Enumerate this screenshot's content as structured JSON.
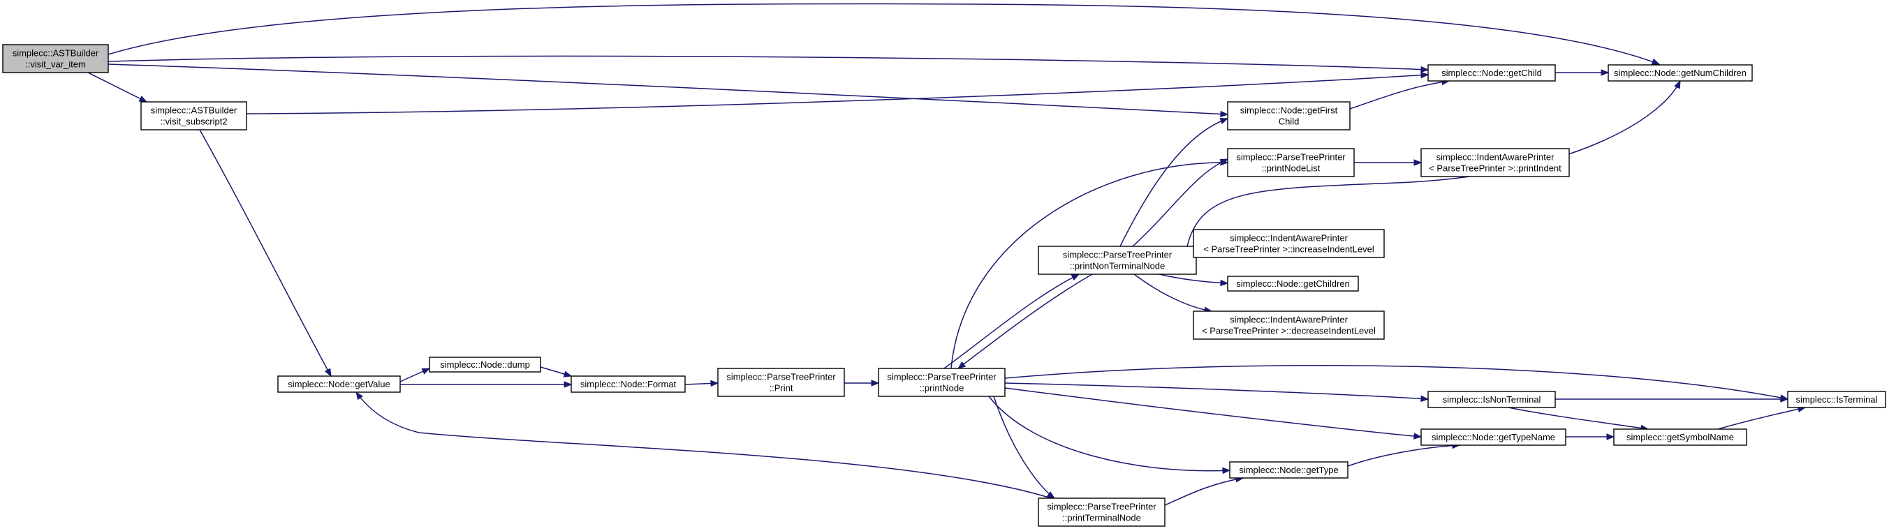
{
  "diagram": {
    "colors": {
      "edge": "#191970",
      "node_border": "#000000",
      "node_fill": "#ffffff",
      "root_fill": "#bfbfbf",
      "background": "#ffffff"
    },
    "nodes": [
      {
        "id": "visit_var_item",
        "lines": [
          "simplecc::ASTBuilder",
          "::visit_var_item"
        ],
        "root": true
      },
      {
        "id": "visit_subscript2",
        "lines": [
          "simplecc::ASTBuilder",
          "::visit_subscript2"
        ]
      },
      {
        "id": "getValue",
        "lines": [
          "simplecc::Node::getValue"
        ]
      },
      {
        "id": "dump",
        "lines": [
          "simplecc::Node::dump"
        ]
      },
      {
        "id": "Format",
        "lines": [
          "simplecc::Node::Format"
        ]
      },
      {
        "id": "Print",
        "lines": [
          "simplecc::ParseTreePrinter",
          "::Print"
        ]
      },
      {
        "id": "printNode",
        "lines": [
          "simplecc::ParseTreePrinter",
          "::printNode"
        ]
      },
      {
        "id": "printNonTerminalNode",
        "lines": [
          "simplecc::ParseTreePrinter",
          "::printNonTerminalNode"
        ]
      },
      {
        "id": "printTerminalNode",
        "lines": [
          "simplecc::ParseTreePrinter",
          "::printTerminalNode"
        ]
      },
      {
        "id": "getFirstChild",
        "lines": [
          "simplecc::Node::getFirst",
          "Child"
        ]
      },
      {
        "id": "printNodeList",
        "lines": [
          "simplecc::ParseTreePrinter",
          "::printNodeList"
        ]
      },
      {
        "id": "increaseIndentLevel",
        "lines": [
          "simplecc::IndentAwarePrinter",
          "< ParseTreePrinter >::increaseIndentLevel"
        ]
      },
      {
        "id": "getChildren",
        "lines": [
          "simplecc::Node::getChildren"
        ]
      },
      {
        "id": "decreaseIndentLevel",
        "lines": [
          "simplecc::IndentAwarePrinter",
          "< ParseTreePrinter >::decreaseIndentLevel"
        ]
      },
      {
        "id": "getType",
        "lines": [
          "simplecc::Node::getType"
        ]
      },
      {
        "id": "getChild",
        "lines": [
          "simplecc::Node::getChild"
        ]
      },
      {
        "id": "printIndent",
        "lines": [
          "simplecc::IndentAwarePrinter",
          "< ParseTreePrinter >::printIndent"
        ]
      },
      {
        "id": "IsNonTerminal",
        "lines": [
          "simplecc::IsNonTerminal"
        ]
      },
      {
        "id": "getTypeName",
        "lines": [
          "simplecc::Node::getTypeName"
        ]
      },
      {
        "id": "getNumChildren",
        "lines": [
          "simplecc::Node::getNumChildren"
        ]
      },
      {
        "id": "getSymbolName",
        "lines": [
          "simplecc::getSymbolName"
        ]
      },
      {
        "id": "IsTerminal",
        "lines": [
          "simplecc::IsTerminal"
        ]
      }
    ],
    "edges": [
      {
        "from": "visit_var_item",
        "to": "getNumChildren"
      },
      {
        "from": "visit_var_item",
        "to": "getChild"
      },
      {
        "from": "visit_var_item",
        "to": "getFirstChild"
      },
      {
        "from": "visit_var_item",
        "to": "visit_subscript2"
      },
      {
        "from": "visit_subscript2",
        "to": "getChild"
      },
      {
        "from": "visit_subscript2",
        "to": "getValue"
      },
      {
        "from": "getValue",
        "to": "dump"
      },
      {
        "from": "getValue",
        "to": "Format"
      },
      {
        "from": "dump",
        "to": "Format"
      },
      {
        "from": "Format",
        "to": "Print"
      },
      {
        "from": "Print",
        "to": "printNode"
      },
      {
        "from": "printNode",
        "to": "printNonTerminalNode"
      },
      {
        "from": "printNode",
        "to": "printNodeList"
      },
      {
        "from": "printNode",
        "to": "printTerminalNode"
      },
      {
        "from": "printNode",
        "to": "getType"
      },
      {
        "from": "printNode",
        "to": "getTypeName"
      },
      {
        "from": "printNode",
        "to": "IsNonTerminal"
      },
      {
        "from": "printNode",
        "to": "IsTerminal"
      },
      {
        "from": "printNonTerminalNode",
        "to": "printNode"
      },
      {
        "from": "printNonTerminalNode",
        "to": "getFirstChild"
      },
      {
        "from": "printNonTerminalNode",
        "to": "printNodeList"
      },
      {
        "from": "printNonTerminalNode",
        "to": "getNumChildren"
      },
      {
        "from": "printNonTerminalNode",
        "to": "increaseIndentLevel"
      },
      {
        "from": "printNonTerminalNode",
        "to": "getChildren"
      },
      {
        "from": "printNonTerminalNode",
        "to": "decreaseIndentLevel"
      },
      {
        "from": "printTerminalNode",
        "to": "getValue"
      },
      {
        "from": "printTerminalNode",
        "to": "getType"
      },
      {
        "from": "getFirstChild",
        "to": "getChild"
      },
      {
        "from": "getChild",
        "to": "getNumChildren"
      },
      {
        "from": "printNodeList",
        "to": "printIndent"
      },
      {
        "from": "getType",
        "to": "getTypeName"
      },
      {
        "from": "getTypeName",
        "to": "getSymbolName"
      },
      {
        "from": "IsNonTerminal",
        "to": "IsTerminal"
      },
      {
        "from": "IsNonTerminal",
        "to": "getSymbolName"
      },
      {
        "from": "getSymbolName",
        "to": "IsTerminal"
      }
    ]
  }
}
